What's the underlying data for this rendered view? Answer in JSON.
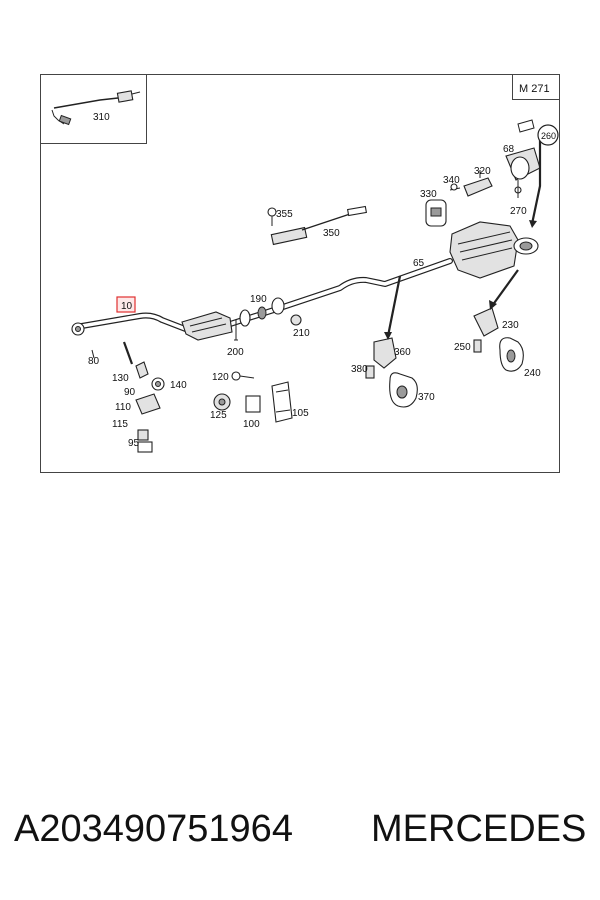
{
  "diagram": {
    "model_code": "M 271",
    "highlighted_part": "10",
    "callouts": {
      "c310": "310",
      "c355": "355",
      "c350": "350",
      "c10": "10",
      "c80": "80",
      "c190": "190",
      "c200": "200",
      "c210": "210",
      "c65": "65",
      "c130": "130",
      "c90": "90",
      "c140": "140",
      "c110": "110",
      "c115": "115",
      "c95": "95",
      "c120": "120",
      "c125": "125",
      "c100": "100",
      "c105": "105",
      "c360": "360",
      "c380": "380",
      "c370": "370",
      "c340": "340",
      "c320": "320",
      "c330": "330",
      "c68": "68",
      "c260": "260",
      "c270": "270",
      "c230": "230",
      "c250": "250",
      "c240": "240"
    }
  },
  "footer": {
    "part_number": "A203490751964",
    "brand": "MERCEDES"
  }
}
